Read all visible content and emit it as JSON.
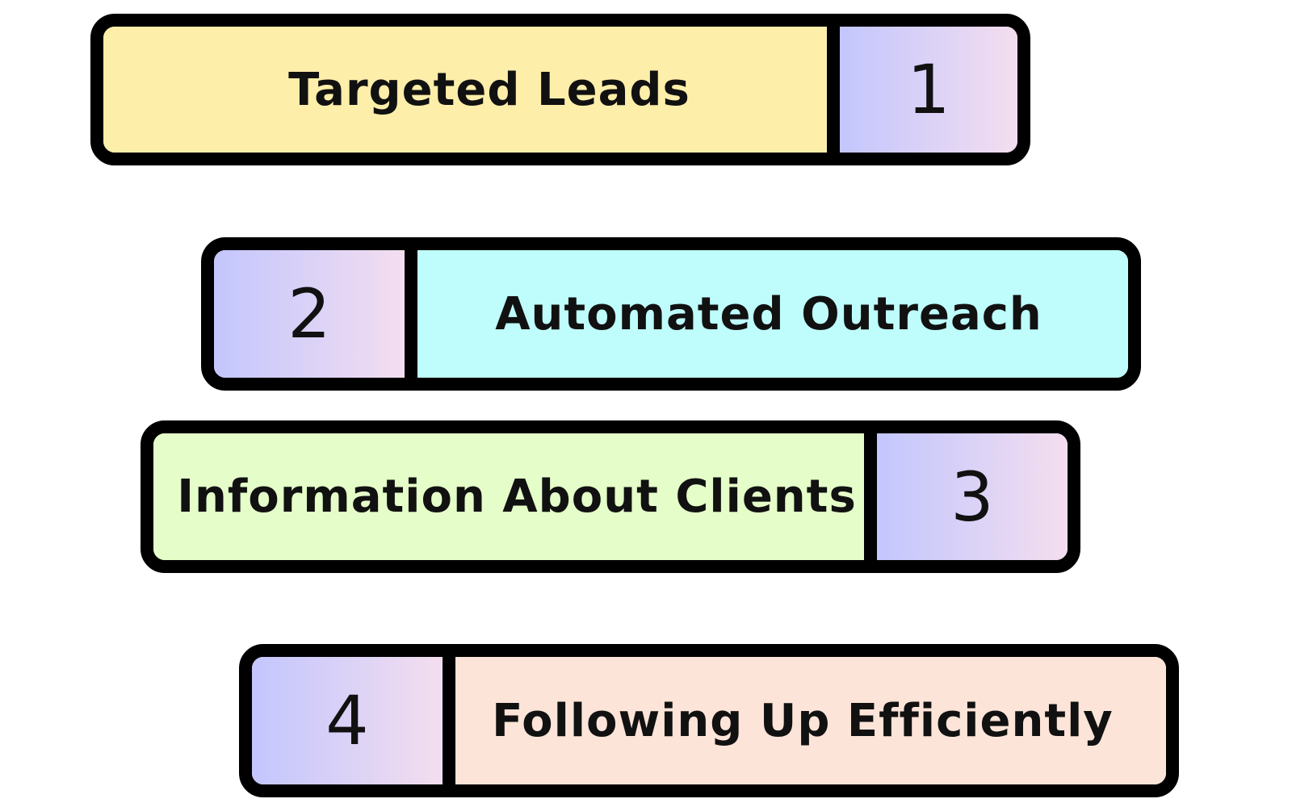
{
  "steps": [
    {
      "number": "1",
      "label": "Targeted Leads",
      "color": "#fdeeaa",
      "number_side": "right"
    },
    {
      "number": "2",
      "label": "Automated Outreach",
      "color": "#befdfb",
      "number_side": "left"
    },
    {
      "number": "3",
      "label": "Information About Clients",
      "color": "#e5fdc8",
      "number_side": "right"
    },
    {
      "number": "4",
      "label": "Following Up Efficiently",
      "color": "#fce4d8",
      "number_side": "left"
    }
  ],
  "number_box_gradient": [
    "#c3c6fd",
    "#f4ddef"
  ]
}
